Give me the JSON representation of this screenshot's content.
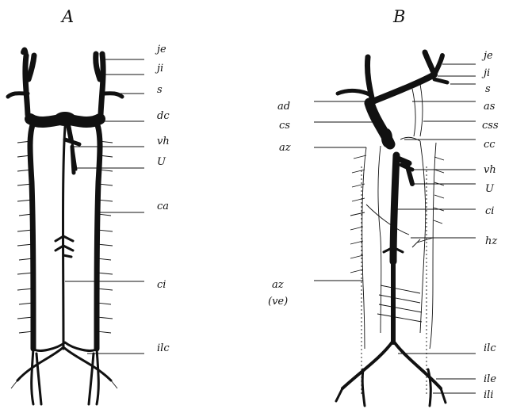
{
  "panels": {
    "a": {
      "letter": "A",
      "labels": [
        "je",
        "ji",
        "s",
        "dc",
        "vh",
        "U",
        "ca",
        "ci",
        "ilc"
      ]
    },
    "b": {
      "letter": "B",
      "left_labels": [
        "ad",
        "cs",
        "az",
        "az",
        "(ve)"
      ],
      "right_labels": [
        "je",
        "ji",
        "s",
        "as",
        "css",
        "cc",
        "vh",
        "U",
        "ci",
        "hz",
        "ilc",
        "ile",
        "ili"
      ]
    }
  }
}
